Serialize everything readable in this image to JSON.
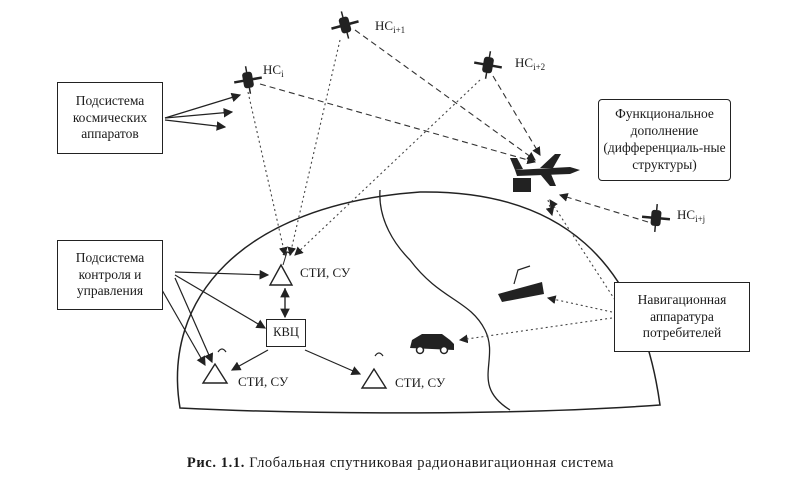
{
  "boxes": {
    "space_subsystem": "Подсистема космических аппаратов",
    "control_subsystem": "Подсистема контроля и управления",
    "functional_addition": "Функциональное дополнение (дифференциаль-ные структуры)",
    "user_equipment": "Навигационная аппаратура потребителей",
    "kvc": "КВЦ"
  },
  "satellites": {
    "i": {
      "base": "НС",
      "sub": "i"
    },
    "i1": {
      "base": "НС",
      "sub": "i+1"
    },
    "i2": {
      "base": "НС",
      "sub": "i+2"
    },
    "ij": {
      "base": "НС",
      "sub": "i+j"
    }
  },
  "stations": {
    "top": "СТИ, СУ",
    "bottom_left": "СТИ, СУ",
    "bottom_right": "СТИ, СУ"
  },
  "caption": {
    "prefix": "Рис. 1.1.",
    "text": "Глобальная спутниковая радионавигационная система"
  },
  "colors": {
    "ink": "#1a1a1a",
    "background": "#ffffff"
  }
}
